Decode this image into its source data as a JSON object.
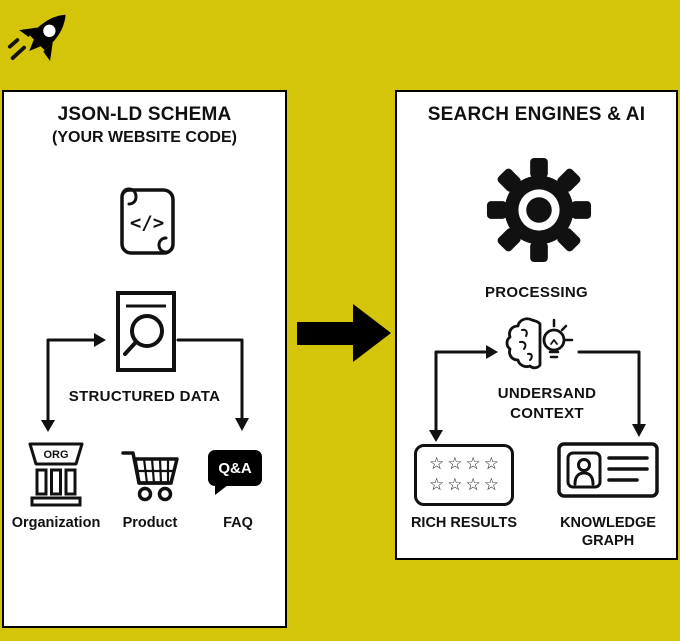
{
  "colors": {
    "background": "#d4c50a",
    "panel": "#ffffff",
    "ink": "#111111"
  },
  "left_panel": {
    "title": "JSON-LD SCHEMA",
    "subtitle": "(YOUR WEBSITE CODE)",
    "code_glyph": "</>",
    "structured_data_label": "STRUCTURED DATA",
    "items": [
      {
        "label": "Organization",
        "icon": "organization-bank-icon",
        "icon_text": "ORG"
      },
      {
        "label": "Product",
        "icon": "shopping-cart-icon"
      },
      {
        "label": "FAQ",
        "icon": "qa-speech-bubble-icon",
        "icon_text": "Q&A"
      }
    ]
  },
  "right_panel": {
    "title": "SEARCH ENGINES & AI",
    "processing_label": "PROCESSING",
    "context_label": "UNDERSAND CONTEXT",
    "outputs": [
      {
        "label": "RICH RESULTS",
        "icon": "star-rating-icon",
        "star_rows": [
          "☆☆☆☆",
          "☆☆☆☆"
        ]
      },
      {
        "label": "KNOWLEDGE GRAPH",
        "icon": "knowledge-graph-browser-icon"
      }
    ]
  }
}
